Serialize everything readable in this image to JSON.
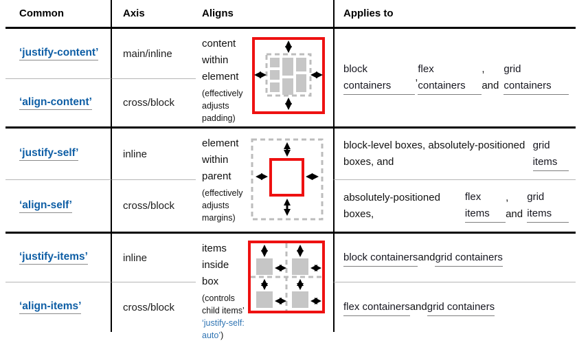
{
  "header": {
    "common": "Common",
    "axis": "Axis",
    "aligns": "Aligns",
    "applies": "Applies to"
  },
  "colors": {
    "property_link_blue": "#0e5ea5",
    "code_link_blue": "#2f74b3",
    "diagram_red": "#ee1111",
    "diagram_gray": "#c6c6c6",
    "dashed_gray": "#bcbcbc",
    "thick_rule": "#000000",
    "thin_rule": "#b5b5b5"
  },
  "groups": [
    {
      "rows": [
        {
          "property": "‘justify-content’",
          "axis": "main/inline"
        },
        {
          "property": "‘align-content’",
          "axis": "cross/block"
        }
      ],
      "aligns": {
        "main": "content within element",
        "note": [
          {
            "text": "(effectively adjusts padding)"
          }
        ],
        "diagram": "content-within-element-diagram"
      },
      "applies": [
        {
          "segments": [
            {
              "text": "block containers",
              "kind": "term"
            },
            {
              "text": ", "
            },
            {
              "text": "flex containers",
              "kind": "term"
            },
            {
              "text": ", and "
            },
            {
              "text": "grid containers",
              "kind": "term"
            }
          ]
        }
      ]
    },
    {
      "rows": [
        {
          "property": "‘justify-self’",
          "axis": "inline"
        },
        {
          "property": "‘align-self’",
          "axis": "cross/block"
        }
      ],
      "aligns": {
        "main": "element within parent",
        "note": [
          {
            "text": "(effectively adjusts margins)"
          }
        ],
        "diagram": "element-within-parent-diagram"
      },
      "applies": [
        {
          "segments": [
            {
              "text": "block-level boxes, absolutely-positioned boxes, and "
            },
            {
              "text": "grid items",
              "kind": "term"
            }
          ]
        },
        {
          "segments": [
            {
              "text": "absolutely-positioned boxes, "
            },
            {
              "text": "flex items",
              "kind": "term"
            },
            {
              "text": ", and "
            },
            {
              "text": "grid items",
              "kind": "term"
            }
          ]
        }
      ]
    },
    {
      "rows": [
        {
          "property": "‘justify-items’",
          "axis": "inline"
        },
        {
          "property": "‘align-items’",
          "axis": "cross/block"
        }
      ],
      "aligns": {
        "main": "items inside box",
        "note": [
          {
            "text": "(controls child items’ "
          },
          {
            "text": "‘justify-self: auto’",
            "kind": "code"
          },
          {
            "text": ")"
          }
        ],
        "diagram": "items-inside-box-diagram"
      },
      "applies": [
        {
          "segments": [
            {
              "text": "block containers",
              "kind": "term"
            },
            {
              "text": " and "
            },
            {
              "text": "grid containers",
              "kind": "term"
            }
          ]
        },
        {
          "segments": [
            {
              "text": "flex containers",
              "kind": "term"
            },
            {
              "text": " and "
            },
            {
              "text": "grid containers",
              "kind": "term"
            }
          ]
        }
      ]
    }
  ]
}
